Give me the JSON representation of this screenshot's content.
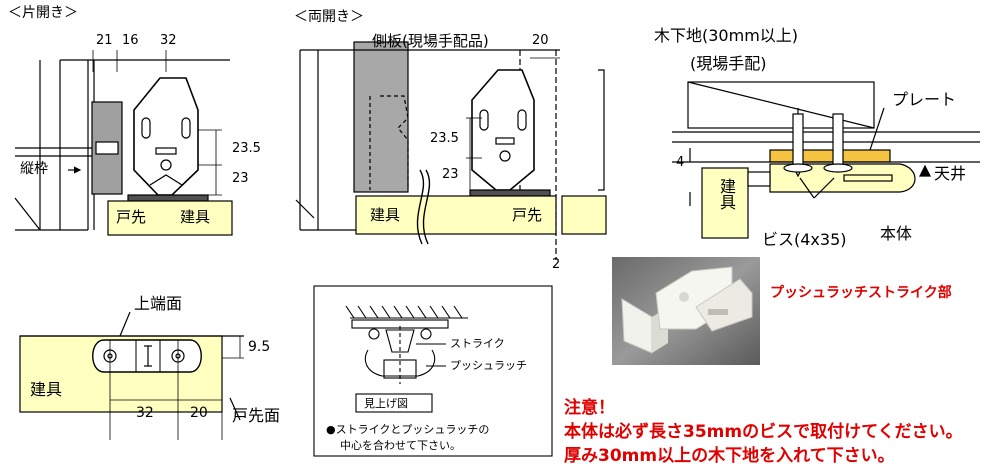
{
  "colors": {
    "wood": "#ffffc0",
    "frame": "#a0a0a0",
    "plate": "#f5c542",
    "notice_red": "#e00000"
  },
  "single_door": {
    "title": "＜片開き＞",
    "dims_top": [
      "21",
      "16",
      "32"
    ],
    "dims_side": [
      "23.5",
      "23"
    ],
    "frame_label": "縦枠",
    "door_tip": "戸先",
    "door": "建具"
  },
  "double_door": {
    "title": "＜両開き＞",
    "side_panel": "側板(現場手配品)",
    "dim_top": "20",
    "dims_side": [
      "23.5",
      "23"
    ],
    "door": "建具",
    "door_tip": "戸先",
    "gap": "2"
  },
  "section": {
    "wood_base": "木下地(30mm以上)",
    "wood_base_note": "(現場手配)",
    "plate": "プレート",
    "dim": "4",
    "ceiling": "天井",
    "door": "建具",
    "screws": "ビス(4x35)",
    "body": "本体"
  },
  "top_view": {
    "top_face": "上端面",
    "dim_right": "9.5",
    "door": "建具",
    "dims_bottom": [
      "32",
      "20"
    ],
    "door_tip_face": "戸先面"
  },
  "inset": {
    "strike": "ストライク",
    "push_latch": "プッシュラッチ",
    "view_label": "見上げ図",
    "note_line1": "●ストライクとプッシュラッチの",
    "note_line2": "中心を合わせて下さい。"
  },
  "photo_caption": "プッシュラッチストライク部",
  "notice": {
    "title": "注意！",
    "line1": "本体は必ず長さ35mmのビスで取付けてください。",
    "line2": "厚み30mm以上の木下地を入れて下さい。"
  }
}
